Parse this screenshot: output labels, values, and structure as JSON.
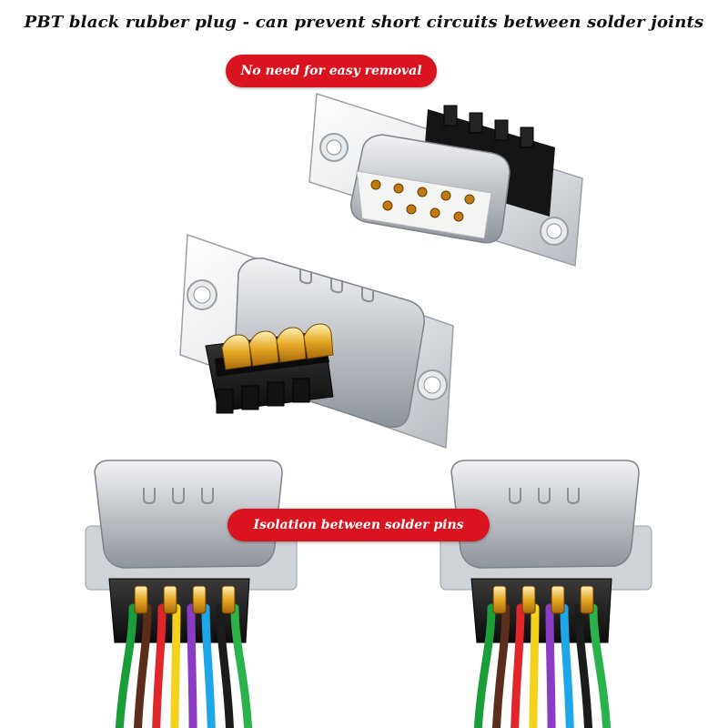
{
  "headline": "PBT black rubber plug - can prevent short circuits between solder joints",
  "label_top": "No need for easy removal",
  "label_middle": "Isolation between solder pins",
  "colors": {
    "label_background": "#d9141e",
    "label_text": "#ffffff",
    "shell_metal": "#c9ccd1",
    "insulator_black": "#1a1a1a",
    "pin_gold": "#e0a526"
  },
  "wire_colors": [
    "#1a9e3a",
    "#5b2e1a",
    "#e0262b",
    "#f2d21a",
    "#8a3cc4",
    "#1ea7e8",
    "#1c1c1c",
    "#29b34a"
  ]
}
